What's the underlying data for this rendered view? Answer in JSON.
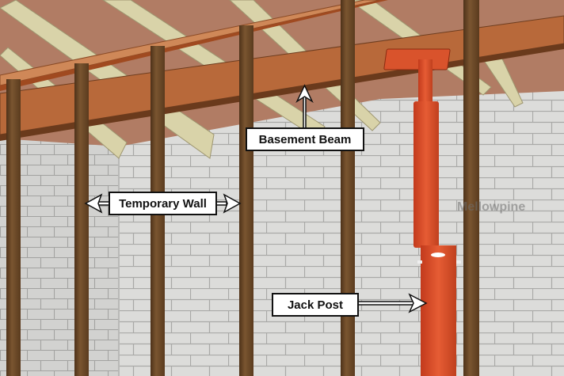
{
  "diagram": {
    "subject": "Basement beam supported by temporary wall and jack post",
    "labels": {
      "basement_beam": "Basement Beam",
      "temporary_wall": "Temporary Wall",
      "jack_post": "Jack Post"
    },
    "watermark": "Mellowpine",
    "colors": {
      "beam": "#b5683a",
      "top_plate": "#c5784a",
      "stud": "#6b4a2a",
      "jack_post": "#d9502a",
      "joist": "#d8d2a8",
      "subfloor": "#b07a62",
      "block_wall": "#dcdcda",
      "mortar": "#a8a8a6",
      "label_bg": "#ffffff",
      "label_border": "#111111"
    }
  }
}
